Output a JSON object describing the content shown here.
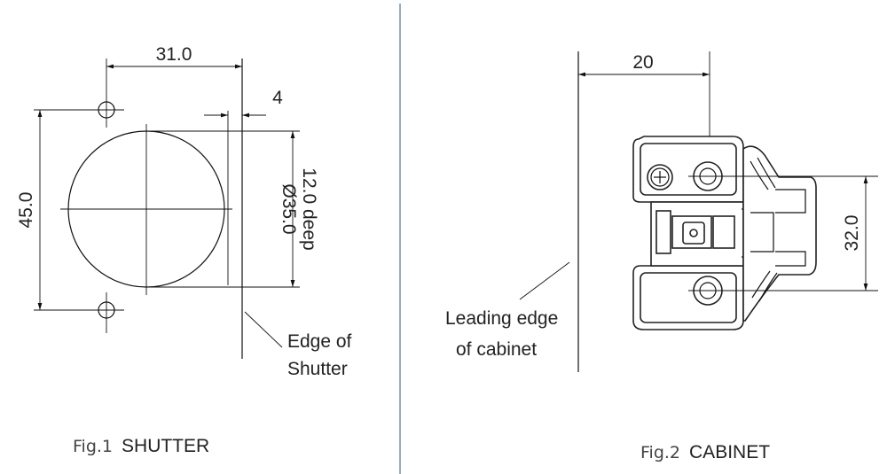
{
  "fig1": {
    "dim_width": "31.0",
    "dim_offset": "4",
    "dim_height": "45.0",
    "dim_diameter": "Ø35.0",
    "dim_depth": "12.0 deep",
    "label_line1": "Edge of",
    "label_line2": "Shutter",
    "caption_prefix": "Fig.1",
    "caption_title": "SHUTTER"
  },
  "fig2": {
    "dim_width": "20",
    "dim_height": "32.0",
    "label_line1": "Leading edge",
    "label_line2": "of cabinet",
    "caption_prefix": "Fig.2",
    "caption_title": "CABINET"
  },
  "colors": {
    "divider": "#7a8fa6",
    "line": "#111111"
  }
}
